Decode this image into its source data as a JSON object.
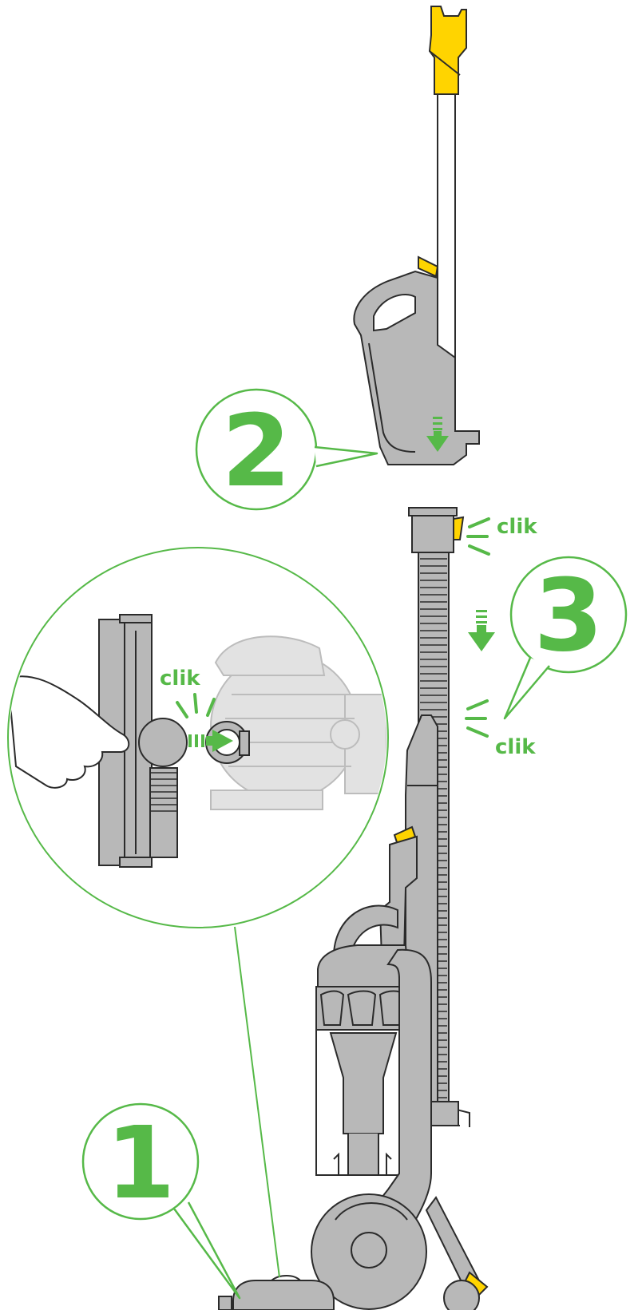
{
  "steps": {
    "step1": "1",
    "step2": "2",
    "step3": "3"
  },
  "labels": {
    "clik_top": "clik",
    "clik_side": "clik",
    "clik_inset": "clik"
  },
  "colors": {
    "accent_green": "#56b948",
    "yellow": "#ffd400",
    "body_gray": "#b8b8b8",
    "light_gray": "#e2e2e2",
    "outline": "#2b2b2b"
  },
  "icons": {
    "arrow_step2": "down-arrow-icon",
    "arrow_step3": "down-arrow-icon",
    "arrow_inset": "right-arrow-icon"
  }
}
